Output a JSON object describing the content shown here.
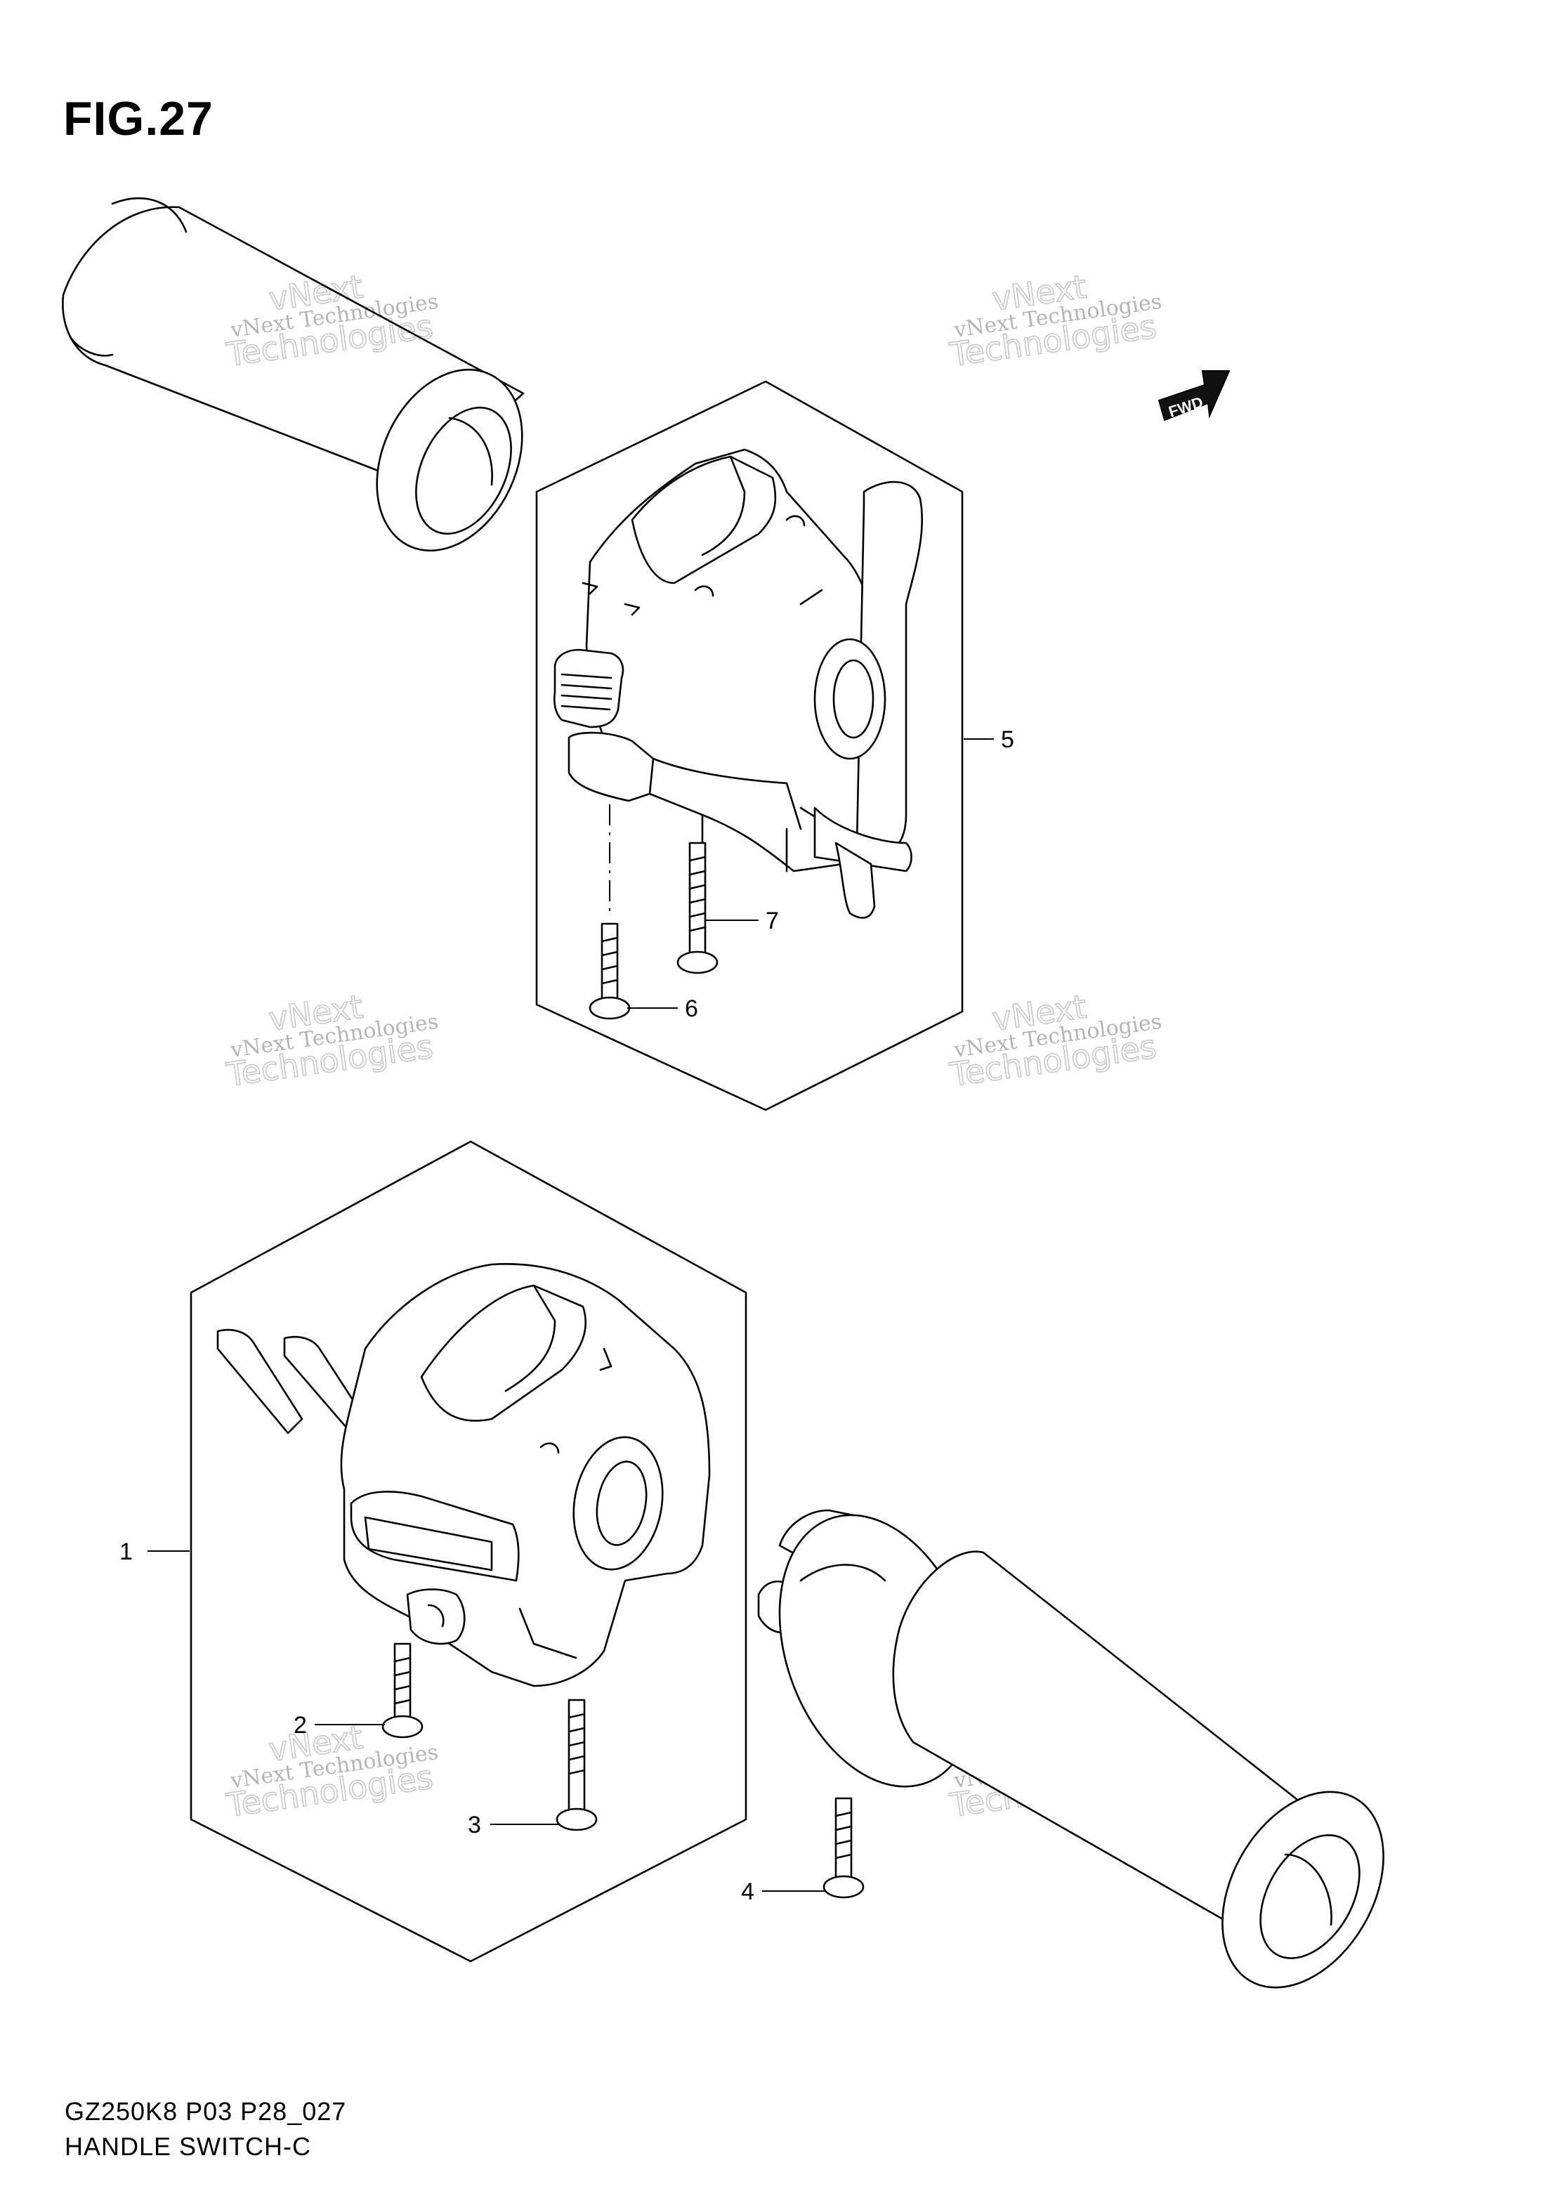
{
  "figure": {
    "title": "FIG.27",
    "model_code": "GZ250K8 P03 P28_027",
    "subtitle": "HANDLE SWITCH-C"
  },
  "direction_tag": "FWD",
  "callouts": [
    {
      "id": "1",
      "label": "1"
    },
    {
      "id": "2",
      "label": "2"
    },
    {
      "id": "3",
      "label": "3"
    },
    {
      "id": "4",
      "label": "4"
    },
    {
      "id": "5",
      "label": "5"
    },
    {
      "id": "6",
      "label": "6"
    },
    {
      "id": "7",
      "label": "7"
    }
  ],
  "watermark": {
    "brand": "vNext",
    "line1": "vNext Technologies",
    "line2": "Technologies"
  }
}
